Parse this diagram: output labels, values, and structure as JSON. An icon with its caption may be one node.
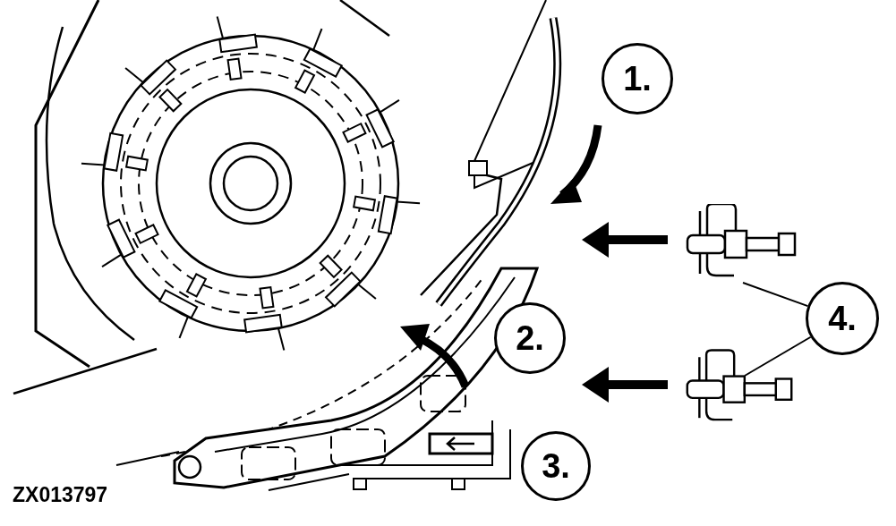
{
  "diagram": {
    "nodes": [
      {
        "text": [],
        "shape": "picture"
      },
      {
        "text": [
          "1."
        ]
      },
      {
        "text": [
          "2."
        ]
      },
      {
        "text": [
          "3."
        ]
      },
      {
        "text": [
          "4."
        ]
      },
      {
        "text": [],
        "shape": "picture"
      },
      {
        "text": [],
        "shape": "picture"
      }
    ],
    "edges": [
      {
        "from": 4,
        "to": 5,
        "arrow": "none"
      },
      {
        "from": 4,
        "to": 6,
        "arrow": "none"
      },
      {
        "from": 5,
        "to": 0,
        "arrow": "to",
        "style": "thick"
      },
      {
        "from": 6,
        "to": 0,
        "arrow": "to",
        "style": "thick"
      }
    ],
    "labels": [
      "ZX013797"
    ]
  }
}
